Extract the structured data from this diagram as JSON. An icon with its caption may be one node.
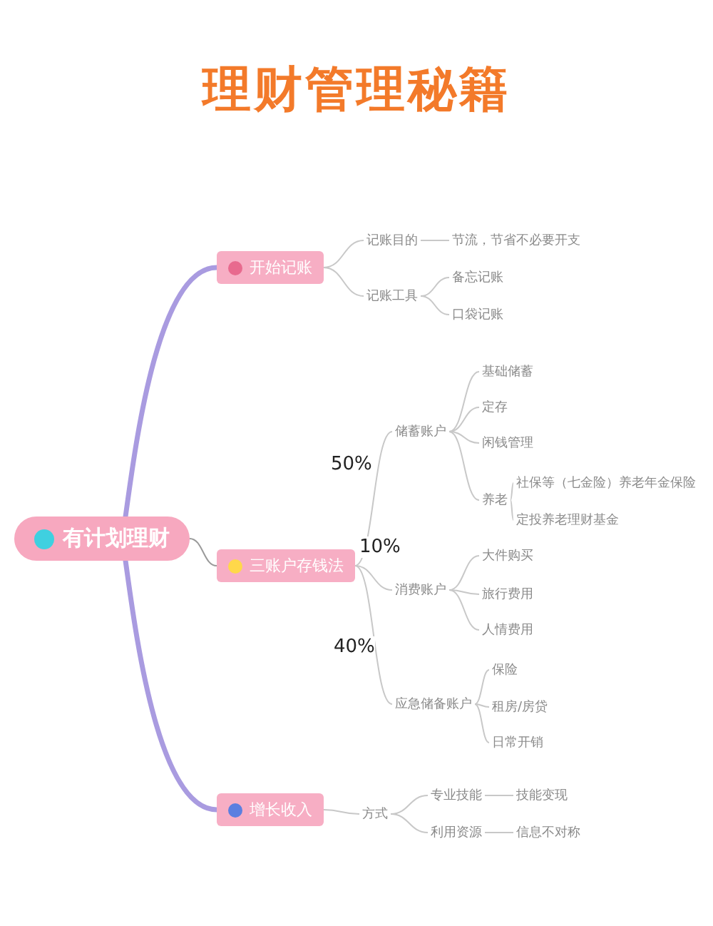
{
  "diagram": {
    "title": "理财管理秘籍",
    "nodes": [
      {
        "text": [
          "有计划理财"
        ]
      },
      {
        "text": [
          "开始记账"
        ]
      },
      {
        "text": [
          "三账户存钱法"
        ]
      },
      {
        "text": [
          "增长收入"
        ]
      },
      {
        "text": [
          "记账目的"
        ]
      },
      {
        "text": [
          "节流，节省不必要开支"
        ]
      },
      {
        "text": [
          "记账工具"
        ]
      },
      {
        "text": [
          "备忘记账"
        ]
      },
      {
        "text": [
          "口袋记账"
        ]
      },
      {
        "text": [
          "储蓄账户"
        ]
      },
      {
        "text": [
          "基础储蓄"
        ]
      },
      {
        "text": [
          "定存"
        ]
      },
      {
        "text": [
          "闲钱管理"
        ]
      },
      {
        "text": [
          "养老"
        ]
      },
      {
        "text": [
          "社保等（七金险）养老年金保险"
        ]
      },
      {
        "text": [
          "定投养老理财基金"
        ]
      },
      {
        "text": [
          "消费账户"
        ]
      },
      {
        "text": [
          "大件购买"
        ]
      },
      {
        "text": [
          "旅行费用"
        ]
      },
      {
        "text": [
          "人情费用"
        ]
      },
      {
        "text": [
          "应急储备账户"
        ]
      },
      {
        "text": [
          "保险"
        ]
      },
      {
        "text": [
          "租房/房贷"
        ]
      },
      {
        "text": [
          "日常开销"
        ]
      },
      {
        "text": [
          "方式"
        ]
      },
      {
        "text": [
          "专业技能"
        ]
      },
      {
        "text": [
          "技能变现"
        ]
      },
      {
        "text": [
          "利用资源"
        ]
      },
      {
        "text": [
          "信息不对称"
        ]
      }
    ],
    "edges": [
      {
        "from": 0,
        "to": 1,
        "arrow": "none",
        "style": "thick",
        "color": "#a99be0"
      },
      {
        "from": 0,
        "to": 2,
        "arrow": "none"
      },
      {
        "from": 0,
        "to": 3,
        "arrow": "none",
        "style": "thick",
        "color": "#a99be0"
      },
      {
        "from": 1,
        "to": 4,
        "arrow": "none"
      },
      {
        "from": 1,
        "to": 6,
        "arrow": "none"
      },
      {
        "from": 4,
        "to": 5,
        "arrow": "none"
      },
      {
        "from": 6,
        "to": 7,
        "arrow": "none"
      },
      {
        "from": 6,
        "to": 8,
        "arrow": "none"
      },
      {
        "from": 2,
        "to": 9,
        "arrow": "none"
      },
      {
        "from": 2,
        "to": 16,
        "arrow": "none"
      },
      {
        "from": 2,
        "to": 20,
        "arrow": "none"
      },
      {
        "from": 9,
        "to": 10,
        "arrow": "none"
      },
      {
        "from": 9,
        "to": 11,
        "arrow": "none"
      },
      {
        "from": 9,
        "to": 12,
        "arrow": "none"
      },
      {
        "from": 9,
        "to": 13,
        "arrow": "none"
      },
      {
        "from": 13,
        "to": 14,
        "arrow": "none"
      },
      {
        "from": 13,
        "to": 15,
        "arrow": "none"
      },
      {
        "from": 16,
        "to": 17,
        "arrow": "none"
      },
      {
        "from": 16,
        "to": 18,
        "arrow": "none"
      },
      {
        "from": 16,
        "to": 19,
        "arrow": "none"
      },
      {
        "from": 20,
        "to": 21,
        "arrow": "none"
      },
      {
        "from": 20,
        "to": 22,
        "arrow": "none"
      },
      {
        "from": 20,
        "to": 23,
        "arrow": "none"
      },
      {
        "from": 3,
        "to": 24,
        "arrow": "none"
      },
      {
        "from": 24,
        "to": 25,
        "arrow": "none"
      },
      {
        "from": 24,
        "to": 27,
        "arrow": "none"
      },
      {
        "from": 25,
        "to": 26,
        "arrow": "none"
      },
      {
        "from": 27,
        "to": 28,
        "arrow": "none"
      }
    ],
    "labels": [
      "50%",
      "10%",
      "40%"
    ]
  }
}
